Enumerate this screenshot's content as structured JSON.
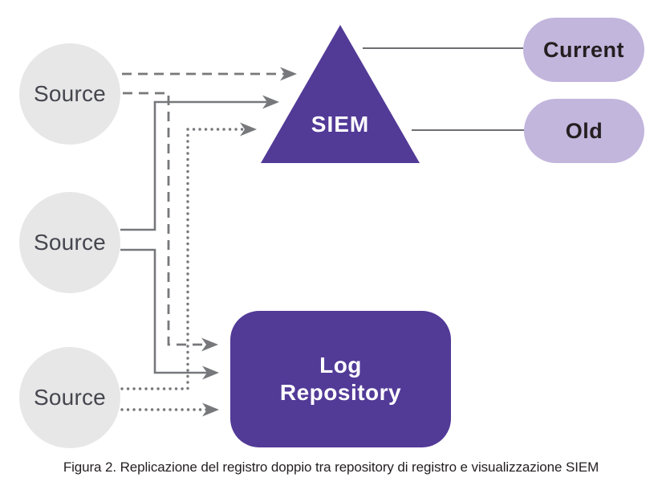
{
  "colors": {
    "purple": "#523a97",
    "lavender": "#c2b6dd",
    "line_gray": "#77787b",
    "thin_line_gray": "#6d6e71",
    "circle_fill": "#e7e7e8",
    "text_dark": "#231f20",
    "source_text": "#45464e",
    "node_text": "#ffffff"
  },
  "nodes": {
    "sources": [
      {
        "label": "Source"
      },
      {
        "label": "Source"
      },
      {
        "label": "Source"
      }
    ],
    "siem": {
      "label": "SIEM",
      "shape": "triangle"
    },
    "log_repository": {
      "label": "Log Repository",
      "shape": "rounded-rectangle"
    },
    "outputs": [
      {
        "label": "Current"
      },
      {
        "label": "Old"
      }
    ]
  },
  "connections": [
    {
      "from": "Source 1",
      "to": "SIEM",
      "style": "dashed",
      "arrow": true
    },
    {
      "from": "Source 1",
      "to": "Log Repository",
      "style": "dashed",
      "arrow": true
    },
    {
      "from": "Source 2",
      "to": "SIEM",
      "style": "solid",
      "arrow": true
    },
    {
      "from": "Source 2",
      "to": "Log Repository",
      "style": "solid",
      "arrow": true
    },
    {
      "from": "Source 3",
      "to": "SIEM",
      "style": "dotted",
      "arrow": true
    },
    {
      "from": "Source 3",
      "to": "Log Repository",
      "style": "dotted",
      "arrow": true
    },
    {
      "from": "SIEM",
      "to": "Current",
      "style": "plain",
      "arrow": false
    },
    {
      "from": "SIEM",
      "to": "Old",
      "style": "plain",
      "arrow": false
    }
  ],
  "caption": "Figura 2. Replicazione del registro doppio tra repository di registro e visualizzazione SIEM"
}
